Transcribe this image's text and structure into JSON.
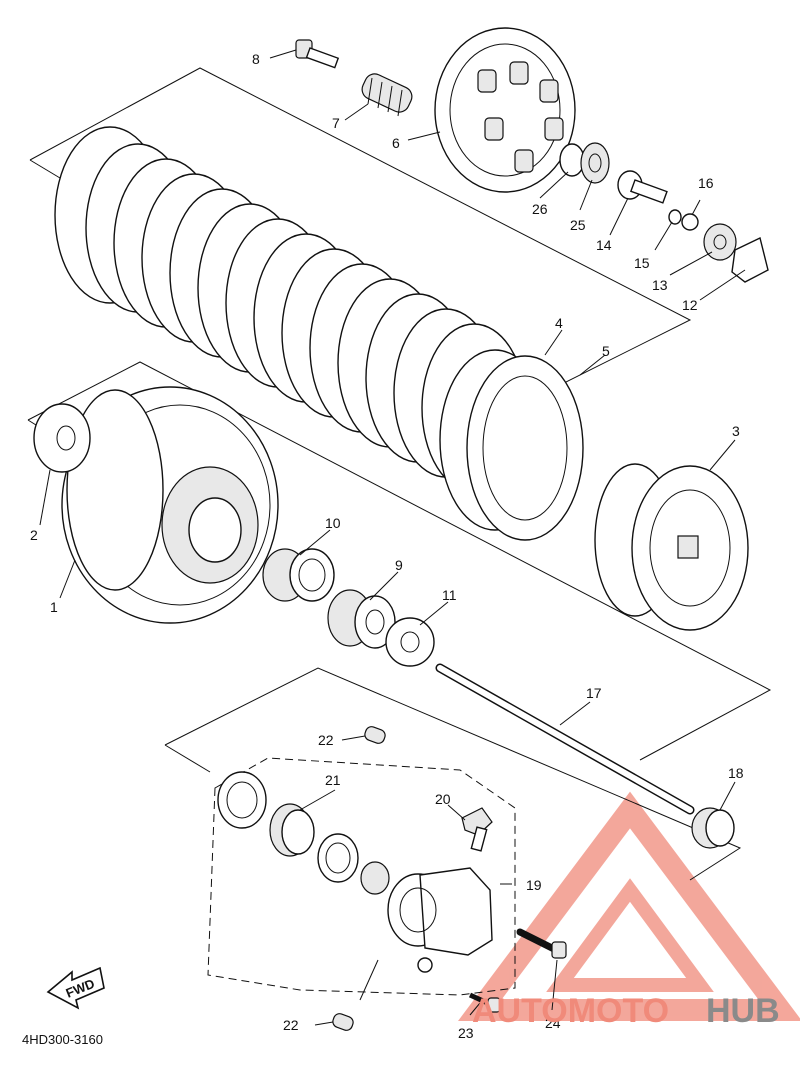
{
  "diagram_code": "4HD300-3160",
  "fwd_label": "FWD",
  "watermark": {
    "part1": "AUTOMOTO",
    "part2": "HUB",
    "color1": "#f08a7a",
    "color2": "#8a8a8a"
  },
  "callouts": [
    {
      "id": "1",
      "label": "1"
    },
    {
      "id": "2",
      "label": "2"
    },
    {
      "id": "3",
      "label": "3"
    },
    {
      "id": "4",
      "label": "4"
    },
    {
      "id": "5",
      "label": "5"
    },
    {
      "id": "6",
      "label": "6"
    },
    {
      "id": "7",
      "label": "7"
    },
    {
      "id": "8",
      "label": "8"
    },
    {
      "id": "9",
      "label": "9"
    },
    {
      "id": "10",
      "label": "10"
    },
    {
      "id": "11",
      "label": "11"
    },
    {
      "id": "12",
      "label": "12"
    },
    {
      "id": "13",
      "label": "13"
    },
    {
      "id": "14",
      "label": "14"
    },
    {
      "id": "15",
      "label": "15"
    },
    {
      "id": "16",
      "label": "16"
    },
    {
      "id": "17",
      "label": "17"
    },
    {
      "id": "18",
      "label": "18"
    },
    {
      "id": "19",
      "label": "19"
    },
    {
      "id": "20",
      "label": "20"
    },
    {
      "id": "21",
      "label": "21"
    },
    {
      "id": "22a",
      "label": "22"
    },
    {
      "id": "22b",
      "label": "22"
    },
    {
      "id": "23",
      "label": "23"
    },
    {
      "id": "24",
      "label": "24"
    },
    {
      "id": "25",
      "label": "25"
    },
    {
      "id": "26",
      "label": "26"
    }
  ]
}
